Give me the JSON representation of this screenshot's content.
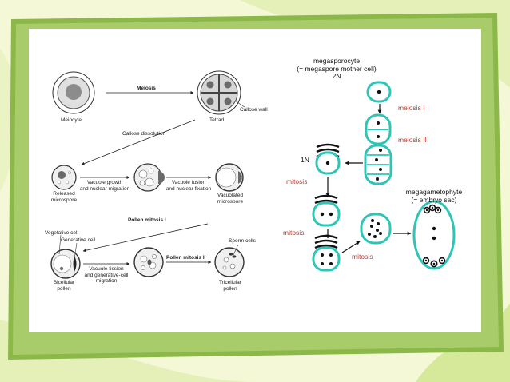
{
  "theme": {
    "frame": "#7aa83a",
    "frame_light": "#b6d27e",
    "bg": "#f4f8d6",
    "cell": "#2ec4b6",
    "red": "#c0392b"
  },
  "pollen": {
    "meiocyte": "Meiocyte",
    "meiosis": "Meiosis",
    "tetrad": "Tetrad",
    "callose_wall": "Callose wall",
    "callose_dissolution": "Callose dissolution",
    "released_1": "Released",
    "released_2": "microspore",
    "vac_growth_1": "Vacuole growth",
    "vac_growth_2": "and nuclear migration",
    "vac_fusion_1": "Vacuole fusion",
    "vac_fusion_2": "and nuclear fixation",
    "vacuolated_1": "Vacuolated",
    "vacuolated_2": "microspore",
    "pollen_mitosis_1": "Pollen mitosis I",
    "vegetative": "Vegetative cell",
    "generative": "Generative cell",
    "bicellular_1": "Bicellular",
    "bicellular_2": "pollen",
    "vac_fission_1": "Vacuole fission",
    "vac_fission_2": "and generative-cell",
    "vac_fission_3": "migration",
    "pollen_mitosis_2": "Pollen mitosis II",
    "sperm": "Sperm cells",
    "tricellular_1": "Tricellular",
    "tricellular_2": "pollen"
  },
  "embryo": {
    "megasporocyte_1": "megasporocyte",
    "megasporocyte_2": "(= megaspore mother cell)",
    "ploidy_2n": "2N",
    "meiosis_1": "meiosis I",
    "meiosis_2": "meiosis II",
    "ploidy_1n": "1N",
    "mitosis_1": "mitosis",
    "mitosis_2": "mitosis",
    "mitosis_3": "mitosis",
    "megagametophyte_1": "megagametophyte",
    "megagametophyte_2": "(= embryo sac)"
  }
}
